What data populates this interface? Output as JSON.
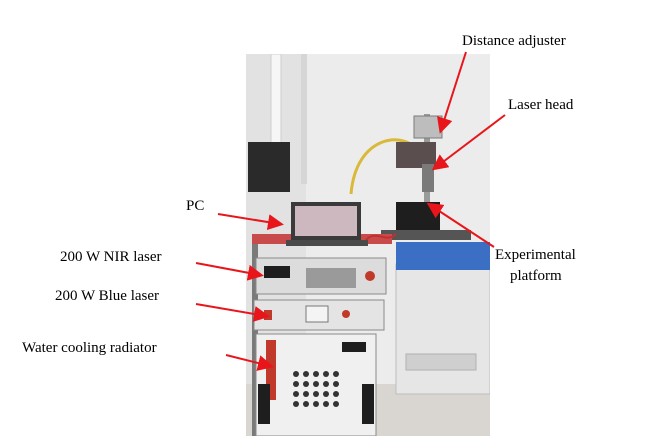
{
  "labels": {
    "distance_adjuster": "Distance adjuster",
    "laser_head": "Laser head",
    "pc": "PC",
    "nir_laser": "200 W NIR laser",
    "blue_laser": "200 W Blue laser",
    "water_cooling": "Water cooling radiator",
    "platform_line1": "Experimental",
    "platform_line2": "platform"
  },
  "colors": {
    "arrow": "#e8161b",
    "wall": "#ececec",
    "floor": "#d9d6d2",
    "blue_table": "#3b6fc4",
    "equipment_dark": "#2a2a2a",
    "laser_unit": "#dcdcdc"
  }
}
